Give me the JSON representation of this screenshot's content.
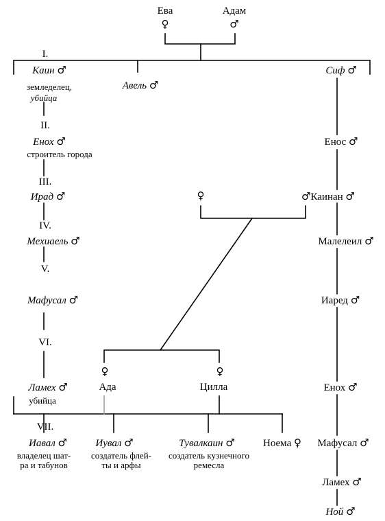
{
  "symbols": {
    "male": "♂",
    "female": "♀"
  },
  "roman": [
    "I.",
    "II.",
    "III.",
    "IV.",
    "V.",
    "VI.",
    "VII."
  ],
  "names": {
    "eva": "Ева",
    "adam": "Адам",
    "kain": "Каин",
    "avel": "Авель",
    "sif": "Сиф",
    "enoh_kain": "Енох",
    "enos": "Енос",
    "irad": "Ирад",
    "kainan": "Каинан",
    "mehiael": "Мехиаель",
    "maleleil": "Малелеил",
    "mafusal_kain": "Мафусал",
    "iared": "Иаред",
    "lameh_kain": "Ламех",
    "enoh_sif": "Енох",
    "ada": "Ада",
    "cilla": "Цилла",
    "iaval": "Иавал",
    "iuval": "Иувал",
    "tuvalkain": "Тувалкаин",
    "noema": "Ноема",
    "mafusal_sif": "Мафусал",
    "lameh_sif": "Ламех",
    "noy": "Ной"
  },
  "notes": {
    "kain_1": "земледелец,",
    "kain_2": "убийца",
    "enoh": "строитель города",
    "lameh": "убийца",
    "iaval_1": "владелец шат-",
    "iaval_2": "ра и табунов",
    "iuval_1": "создатель флей-",
    "iuval_2": "ты и арфы",
    "tuvalkain_1": "создатель кузнечного",
    "tuvalkain_2": "ремесла"
  }
}
